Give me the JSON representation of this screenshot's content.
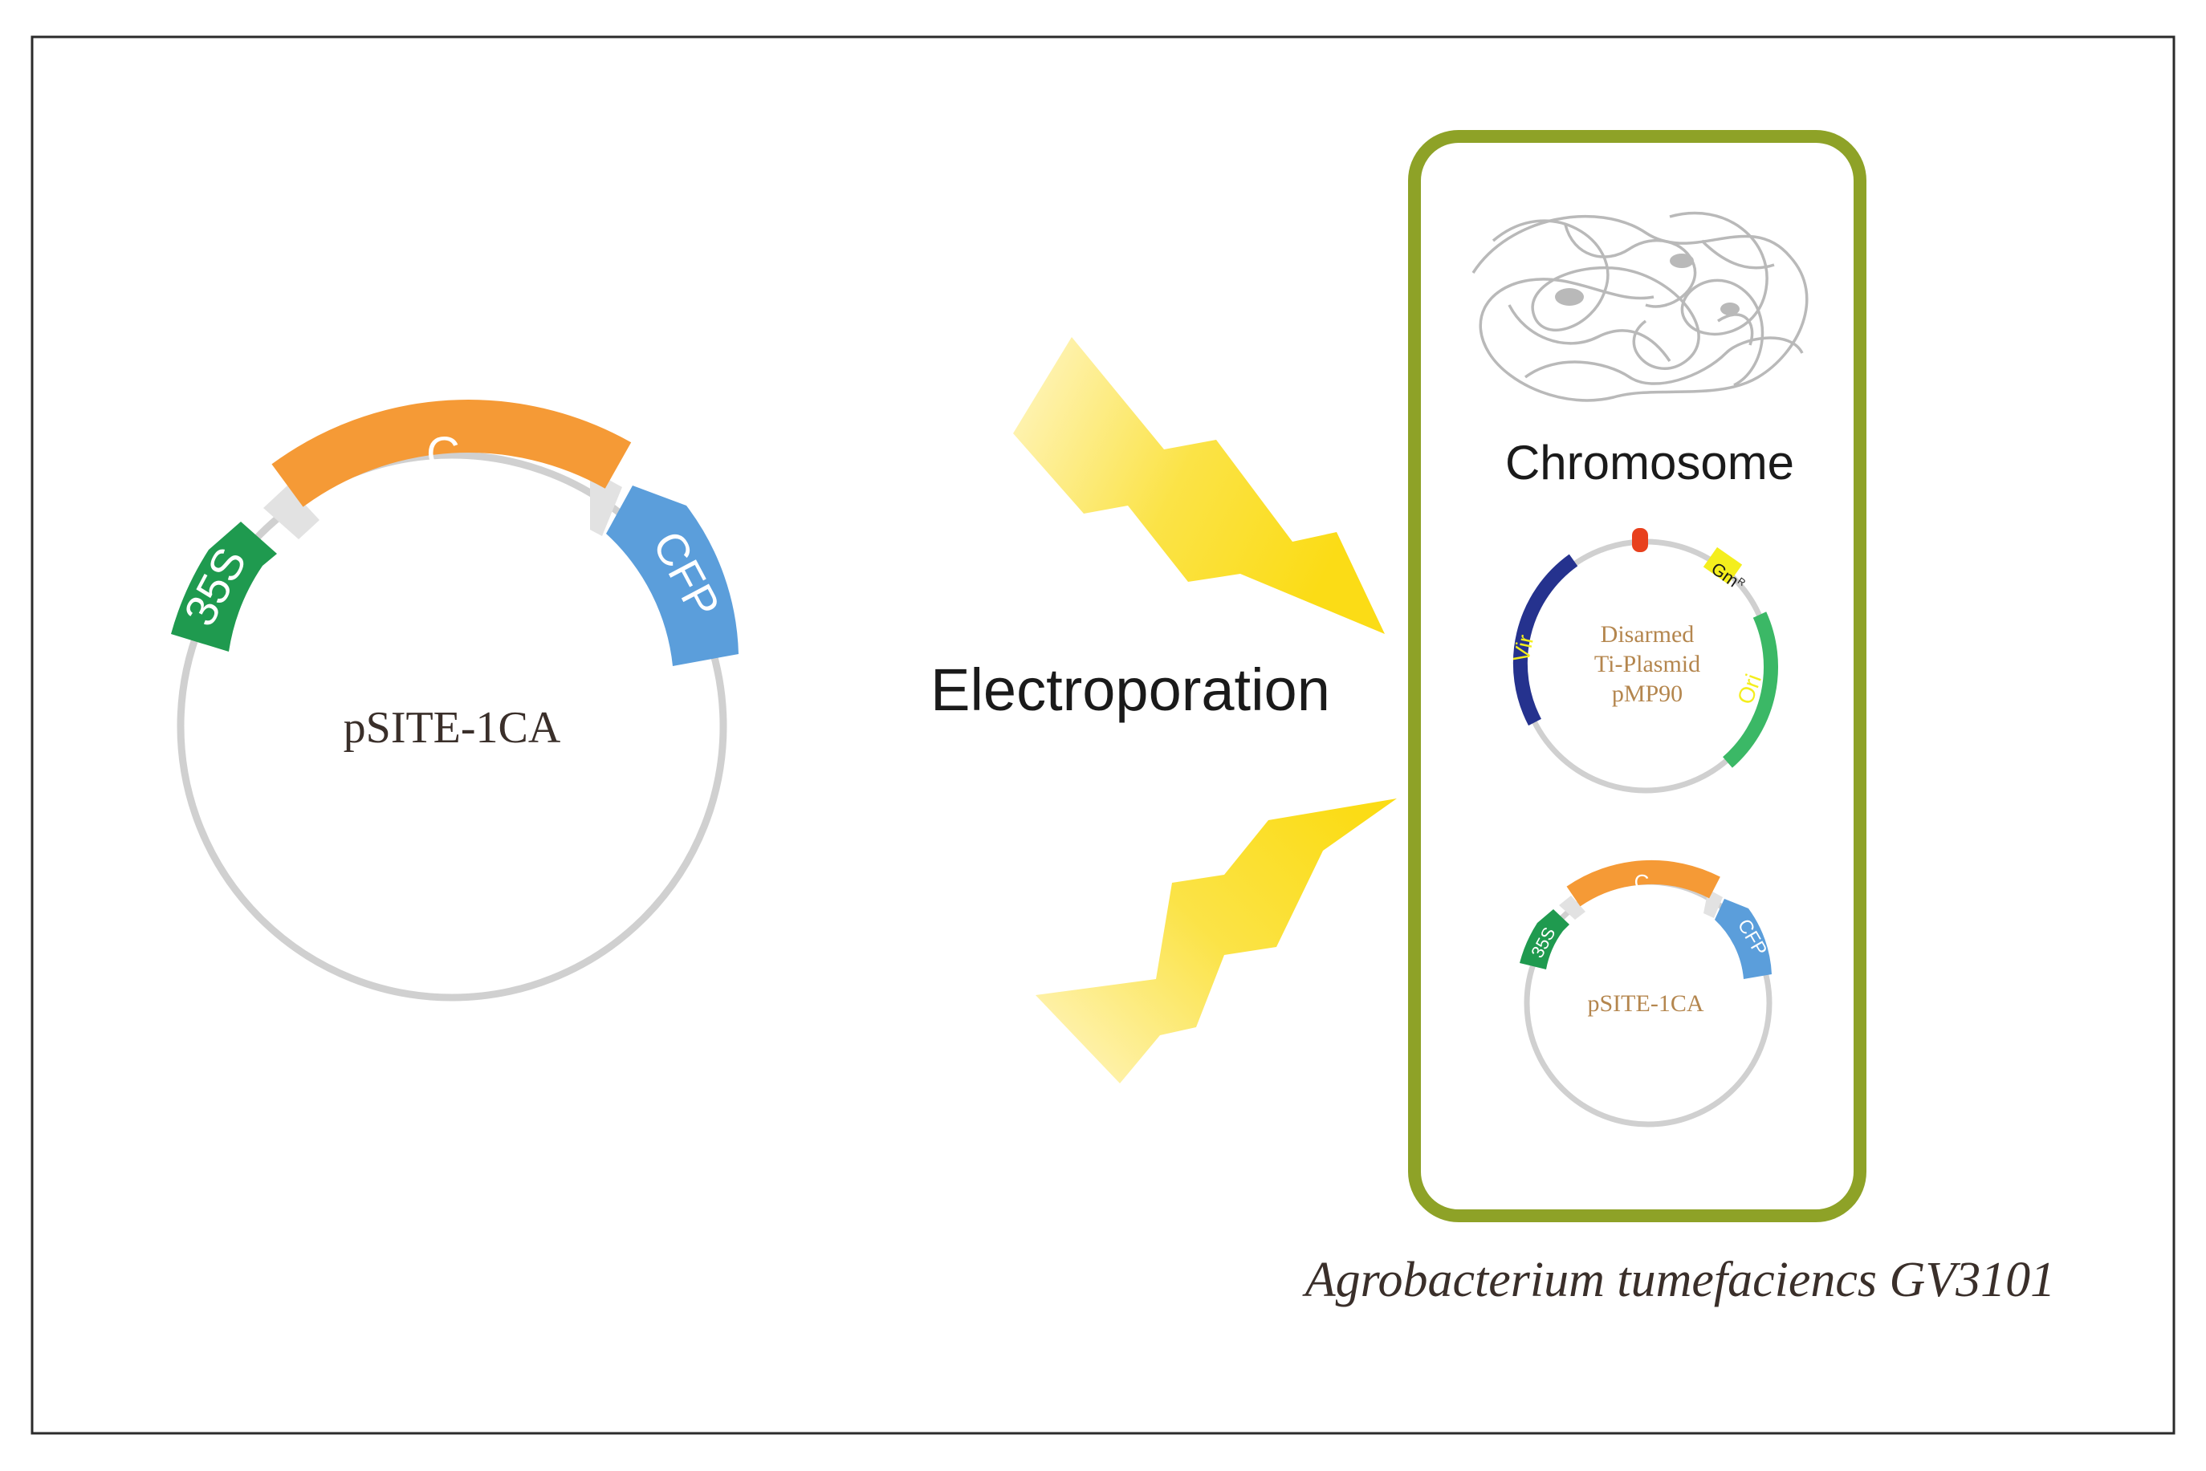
{
  "colors": {
    "frame": "#2b2b2b",
    "backbone": "#d0d0d0",
    "spacer": "#e2e2e2",
    "insert_orange": "#f59a36",
    "promoter_green": "#1f9a4f",
    "cfp_blue": "#5b9edb",
    "cell_wall": "#8ea227",
    "bolt_yellow": "#fbe026",
    "vir_navy": "#25328e",
    "ori_green": "#3bb866",
    "gm_yellow": "#f4ee1d",
    "origin_red": "#e8401d",
    "label_tan": "#b4864e",
    "chromosome_grey": "#b9b9b9"
  },
  "left_plasmid": {
    "name": "pSITE-1CA",
    "segments": {
      "promoter": "35S",
      "insert": "C",
      "reporter": "CFP"
    }
  },
  "process": {
    "label": "Electroporation"
  },
  "cell": {
    "organism": "Agrobacterium tumefaciencs GV3101",
    "chromosome_label": "Chromosome",
    "ti_plasmid": {
      "line1": "Disarmed",
      "line2": "Ti-Plasmid",
      "line3": "pMP90",
      "vir": "Vir",
      "ori": "Ori",
      "gm": "Gm",
      "gm_superscript": "R"
    },
    "small_plasmid": {
      "name": "pSITE-1CA",
      "promoter": "35S",
      "insert": "C",
      "reporter": "CFP"
    }
  }
}
